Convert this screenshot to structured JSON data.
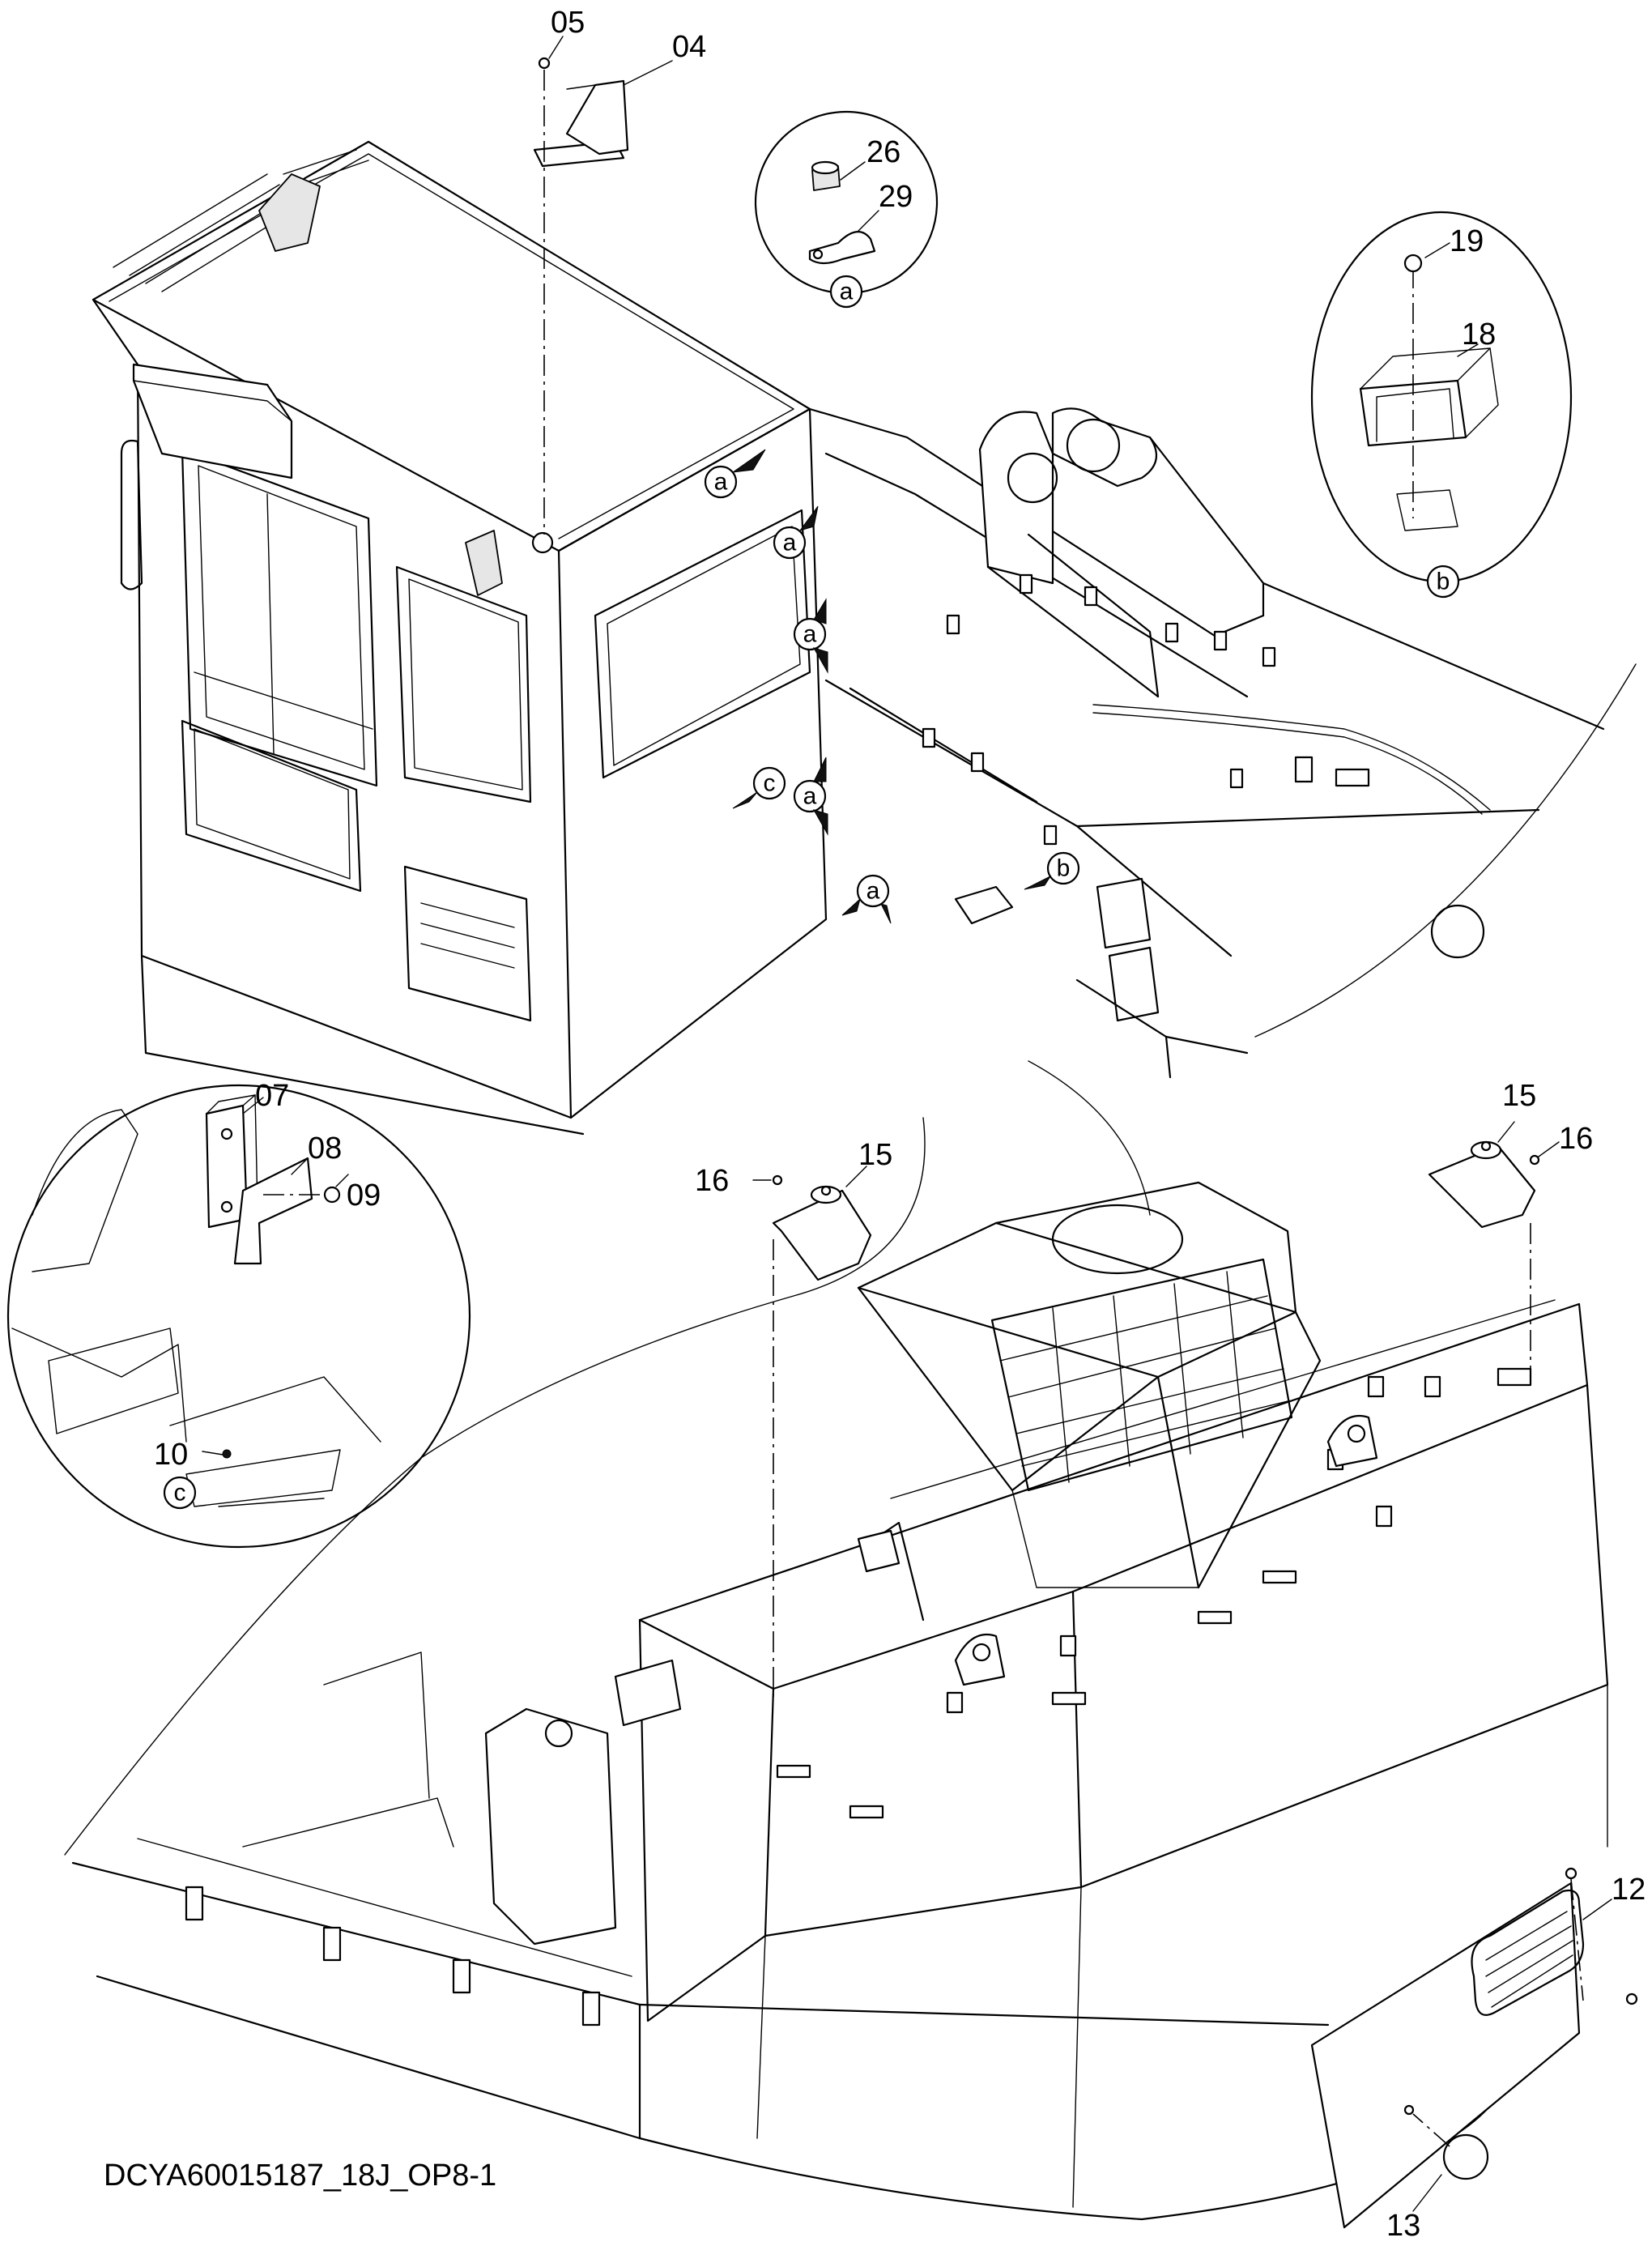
{
  "diagram": {
    "drawing_code": "DCYA60015187_18J_OP8-1",
    "part_labels": {
      "p05": "05",
      "p04": "04",
      "p26": "26",
      "p29": "29",
      "p19": "19",
      "p18": "18",
      "p07": "07",
      "p08": "08",
      "p09": "09",
      "p10": "10",
      "p15a": "15",
      "p16a": "16",
      "p15b": "15",
      "p16b": "16",
      "p12": "12",
      "p13": "13"
    },
    "reference_labels": {
      "detail_a": "a",
      "detail_b": "b",
      "detail_c": "c",
      "ref_a1": "a",
      "ref_a2": "a",
      "ref_a3": "a",
      "ref_a4": "a",
      "ref_a5": "a",
      "ref_b": "b",
      "ref_c": "c"
    }
  }
}
